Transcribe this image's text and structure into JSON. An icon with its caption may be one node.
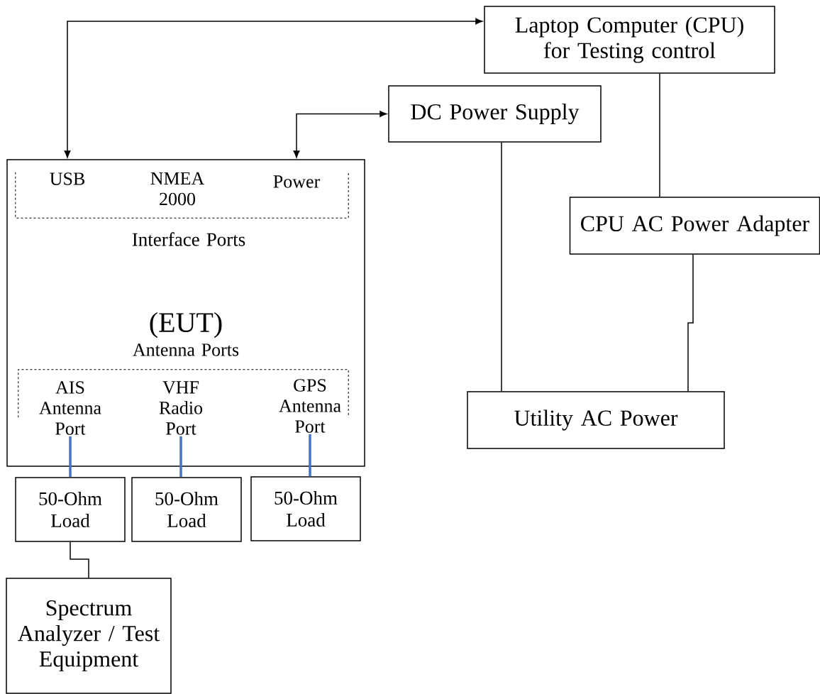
{
  "diagram": {
    "nodes": [
      {
        "text": [
          "Laptop Computer (CPU) for Testing control"
        ]
      },
      {
        "text": [
          "DC Power Supply"
        ]
      },
      {
        "text": [
          "CPU AC Power Adapter"
        ]
      },
      {
        "text": [
          "Utility AC Power"
        ]
      },
      {
        "text": [
          "(EUT)"
        ]
      },
      {
        "text": [
          "Interface Ports"
        ],
        "in": 4
      },
      {
        "text": [
          "USB"
        ],
        "in": 5
      },
      {
        "text": [
          "NMEA 2000"
        ],
        "in": 5
      },
      {
        "text": [
          "Power"
        ],
        "in": 5
      },
      {
        "text": [
          "Antenna Ports"
        ],
        "in": 4
      },
      {
        "text": [
          "AIS Antenna Port"
        ],
        "in": 9
      },
      {
        "text": [
          "VHF Radio Port"
        ],
        "in": 9
      },
      {
        "text": [
          "GPS Antenna Port"
        ],
        "in": 9
      },
      {
        "text": [
          "50-Ohm Load"
        ]
      },
      {
        "text": [
          "50-Ohm Load"
        ]
      },
      {
        "text": [
          "50-Ohm Load"
        ]
      },
      {
        "text": [
          "Spectrum Analyzer / Test Equipment"
        ]
      }
    ],
    "edges": [
      {
        "from": 0,
        "to": 6,
        "arrow": "both"
      },
      {
        "from": 1,
        "to": 8,
        "arrow": "both"
      },
      {
        "from": 0,
        "to": 2,
        "arrow": "none"
      },
      {
        "from": 1,
        "to": 3,
        "arrow": "none"
      },
      {
        "from": 2,
        "to": 3,
        "arrow": "none"
      },
      {
        "from": 10,
        "to": 13,
        "arrow": "none",
        "style": "thick",
        "color": "#4472c4"
      },
      {
        "from": 11,
        "to": 14,
        "arrow": "none",
        "style": "thick",
        "color": "#4472c4"
      },
      {
        "from": 12,
        "to": 15,
        "arrow": "none",
        "style": "thick",
        "color": "#4472c4"
      },
      {
        "from": 13,
        "to": 16,
        "arrow": "none"
      }
    ]
  }
}
